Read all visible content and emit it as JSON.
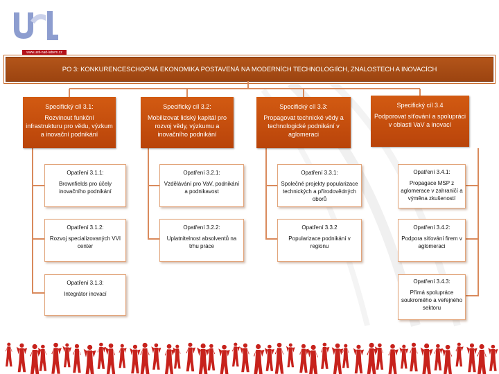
{
  "logo": {
    "url": "www.usti-nad-labem.cz",
    "colors": {
      "primary": "#8d9dcf",
      "secondary": "#c9d0ea",
      "url_bar": "#b3121b"
    }
  },
  "header": {
    "title": "PO 3: KONKURENCESCHOPNÁ EKONOMIKA POSTAVENÁ NA MODERNÍCH TECHNOLOGIÍCH, ZNALOSTECH A INOVACÍCH"
  },
  "goals": [
    {
      "title": "Specifický cíl 3.1:",
      "text": "Rozvinout funkční infrastrukturu pro vědu, výzkum a inovační podnikání",
      "measures": [
        {
          "title": "Opatření 3.1.1:",
          "text": "Brownfields pro účely inovačního podnikání"
        },
        {
          "title": "Opatření 3.1.2:",
          "text": "Rozvoj specializovaných VVI center"
        },
        {
          "title": "Opatření 3.1.3:",
          "text": "Integrátor inovací"
        }
      ]
    },
    {
      "title": "Specifický cíl 3.2:",
      "text": "Mobilizovat lidský kapitál pro rozvoj vědy, výzkumu a inovačního podnikání",
      "measures": [
        {
          "title": "Opatření 3.2.1:",
          "text": "Vzdělávání pro VaV, podnikání a podnikavost"
        },
        {
          "title": "Opatření 3.2.2:",
          "text": "Uplatnitelnost absolventů na trhu práce"
        }
      ]
    },
    {
      "title": "Specifický cíl 3.3:",
      "text": "Propagovat technické vědy a technologické podnikání v aglomeraci",
      "measures": [
        {
          "title": "Opatření 3.3.1:",
          "text": "Společné projekty popularizace technických a přírodovědných oborů"
        },
        {
          "title": "Opatření 3.3.2",
          "text": "Popularizace podnikání v regionu"
        }
      ]
    },
    {
      "title": "Specifický cíl 3.4",
      "text": "Podporovat síťování a spolupráci v oblasti VaV a inovací",
      "measures": [
        {
          "title": "Opatření 3.4.1:",
          "text": "Propagace MSP z aglomerace v zahraničí a výměna zkušeností"
        },
        {
          "title": "Opatření 3.4.2:",
          "text": "Podpora síťování firem v aglomeraci"
        },
        {
          "title": "Opatření 3.4.3:",
          "text": "Přímá spolupráce soukromého a veřejného sektoru"
        }
      ]
    }
  ],
  "colors": {
    "header_bg": "#a84b14",
    "goal_bg": "#c9500e",
    "connector": "#d98a5c",
    "measure_border": "#e2a57b",
    "people_figures": "#c7221c"
  }
}
